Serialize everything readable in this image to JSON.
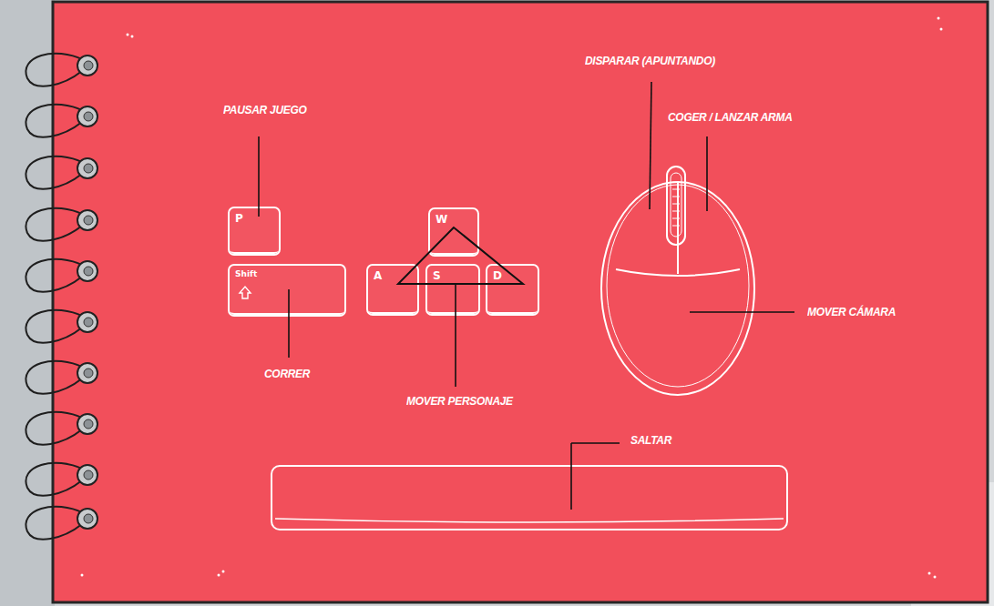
{
  "diagram": {
    "nodes": [
      {
        "text": [
          "P"
        ]
      },
      {
        "text": [
          "Shift"
        ]
      },
      {
        "text": [
          "W"
        ]
      },
      {
        "text": [
          "A"
        ]
      },
      {
        "text": [
          "S"
        ]
      },
      {
        "text": [
          "D"
        ]
      }
    ],
    "labels": [
      "PAUSAR JUEGO",
      "CORRER",
      "MOVER PERSONAJE",
      "DISPARAR (APUNTANDO)",
      "COGER / LANZAR ARMA",
      "MOVER CÁMARA",
      "SALTAR"
    ]
  }
}
